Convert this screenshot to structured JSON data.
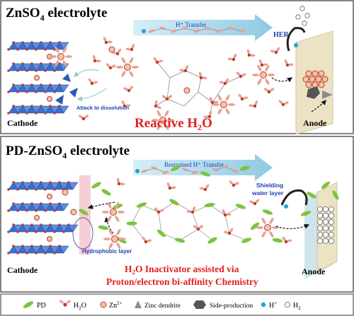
{
  "top_panel": {
    "title_main": "ZnSO",
    "title_sub": "4",
    "title_rest": " electrolyte",
    "transfer_label": "H⁺ Transfer",
    "attack_label": "Attack to dissolution",
    "her_label": "HER",
    "cathode_label": "Cathode",
    "anode_label": "Anode",
    "center_label_main": "Reactive H",
    "center_label_sub": "2",
    "center_label_end": "O"
  },
  "bottom_panel": {
    "title_main": "PD-ZnSO",
    "title_sub": "4",
    "title_rest": " electrolyte",
    "transfer_label": "Restrained H⁺ Transfer",
    "shield_label_1": "Shielding",
    "shield_label_2": "water layer",
    "hydrophobic_label": "Hydrophobic layer",
    "cathode_label": "Cathode",
    "anode_label": "Anode",
    "center_line1_a": "H",
    "center_line1_sub": "2",
    "center_line1_b": "O Inactivator assisted via",
    "center_line2": "Proton/electron bi-affinity Chemistry"
  },
  "legend": {
    "pd": "PD",
    "h2o_a": "H",
    "h2o_sub": "2",
    "h2o_b": "O",
    "zn_a": "Zn",
    "zn_sup": "2+",
    "dendrite": "Zinc dendrite",
    "side": "Side-production",
    "hplus_a": "H",
    "hplus_sup": "+",
    "h2_a": "H",
    "h2_sub": "2"
  },
  "colors": {
    "highlight_red": "#e02020",
    "label_blue": "#1f3fb0",
    "crystal_blue": "#3a6fd0",
    "oxygen_red": "#c0392b",
    "water_pink": "#e8a090",
    "pd_green": "#7cc43c",
    "arrow_blue": "#a9d6ea",
    "proton_blue": "#1aa3e0",
    "anode_beige": "#ece2c4",
    "shield_teal": "#cfe5ec",
    "hydrophobic_pink": "#f3c7cc"
  }
}
